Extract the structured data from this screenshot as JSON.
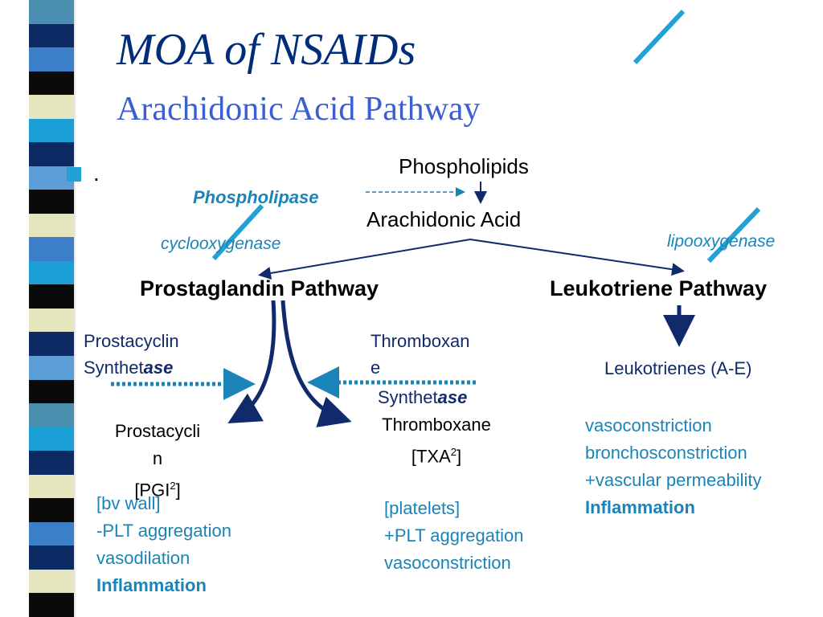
{
  "title": "MOA of NSAIDs",
  "subtitle": "Arachidonic Acid Pathway",
  "bullet_text": ".",
  "stripe_colors": [
    "#4a8fb0",
    "#0d2a64",
    "#3d7ec9",
    "#0a0a0a",
    "#e5e6bd",
    "#1c9ed6",
    "#0d2a64",
    "#5b9fd6",
    "#0a0a0a",
    "#e5e6bd",
    "#3d7ec9",
    "#1c9ed6",
    "#0a0a0a",
    "#e5e6bd",
    "#0d2a64",
    "#5b9fd6",
    "#0a0a0a",
    "#4a8fb0",
    "#1c9ed6",
    "#0d2a64",
    "#e5e6bd",
    "#0a0a0a",
    "#3d7ec9",
    "#0d2a64",
    "#e5e6bd",
    "#0a0a0a"
  ],
  "diagram": {
    "phospholipids": "Phospholipids",
    "phospholipase": "Phospholipase",
    "arachidonic_acid": "Arachidonic Acid",
    "cyclooxygenase": "cyclooxygenase",
    "lipooxygenase": "lipooxygenase",
    "prostaglandin_pathway": "Prostaglandin Pathway",
    "leukotriene_pathway": "Leukotriene Pathway",
    "prostacyclin_synthetase": {
      "prefix": "Prostacyclin",
      "synth": "Synthet",
      "ase": "ase"
    },
    "thromboxane_synthetase": {
      "prefix_line1": "Thromboxan",
      "prefix_line2": "e",
      "synth": "Synthet",
      "ase": "ase"
    },
    "leukotrienes": "Leukotrienes (A-E)",
    "prostacyclin": {
      "line1": "Prostacycli",
      "line2": "n",
      "label": "[PGI",
      "sup": "2",
      "close": "]"
    },
    "thromboxane": {
      "line1": "Thromboxane",
      "label": "[TXA",
      "sup": "2",
      "close": "]"
    },
    "prostacyclin_effects": [
      "[bv wall]",
      "-PLT aggregation",
      "vasodilation",
      "Inflammation"
    ],
    "thromboxane_effects": [
      "[platelets]",
      "+PLT aggregation",
      "vasoconstriction"
    ],
    "leukotriene_effects": [
      "vasoconstriction",
      "bronchosconstriction",
      "+vascular permeability",
      "Inflammation"
    ]
  }
}
